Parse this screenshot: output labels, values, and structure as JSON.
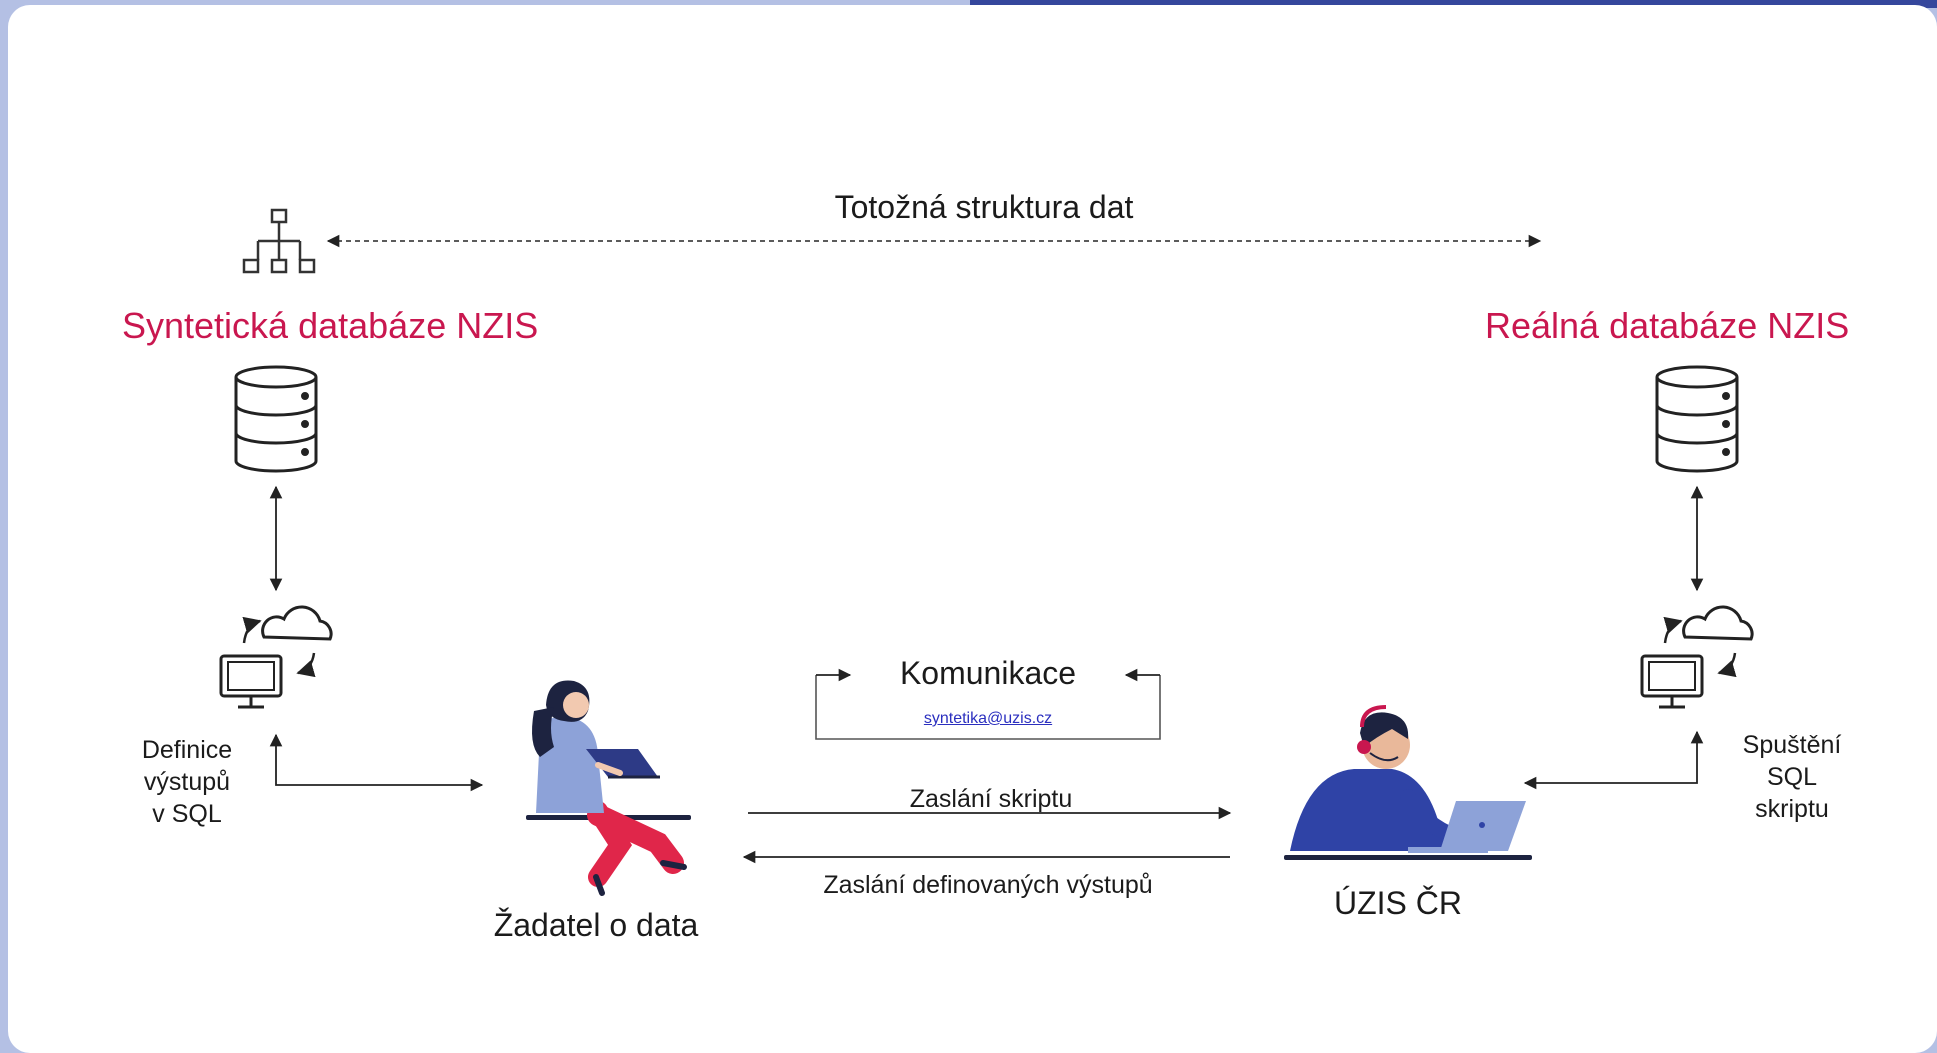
{
  "diagram": {
    "top_label": "Totožná struktura dat",
    "synthetic_db": "Syntetická databáze NZIS",
    "real_db": "Reálná databáze NZIS",
    "left_process": [
      "Definice",
      "výstupů",
      "v SQL"
    ],
    "right_process": [
      "Spuštění",
      "SQL",
      "skriptu"
    ],
    "communication": {
      "title": "Komunikace",
      "email": "syntetika@uzis.cz"
    },
    "send_script": "Zaslání skriptu",
    "send_outputs": "Zaslání definovaných výstupů",
    "requester": "Žadatel o data",
    "uzis": "ÚZIS ČR"
  },
  "colors": {
    "accent_red": "#c9174f",
    "frame_bg": "#ffffff",
    "outer_bg": "#b4c0e4",
    "top_strip": "#35479c"
  }
}
